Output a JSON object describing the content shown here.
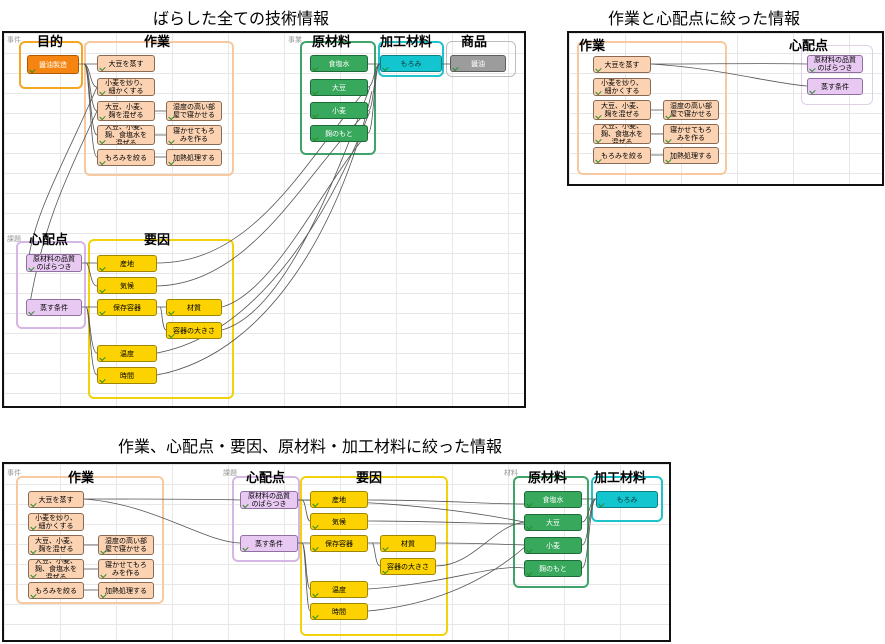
{
  "titles": {
    "full": "ばらした全ての技術情報",
    "task_risk": "作業と心配点に絞った情報",
    "combined": "作業、心配点・要因、原材料・加工材料に絞った情報"
  },
  "tags": {
    "jigyo": "事件",
    "jigyo2": "事業",
    "kadai": "課題",
    "zairyo": "材料"
  },
  "labels": {
    "purpose": "目的",
    "task": "作業",
    "material": "原材料",
    "processed": "加工材料",
    "product": "商品",
    "risk": "心配点",
    "factor": "要因"
  },
  "nodes": {
    "goal": "醤油製造",
    "t_steam": "大豆を蒸す",
    "t_roast": "小麦を炒り、細かくする",
    "t_mix": "大豆、小麦、麹を混ぜる",
    "t_ferment1": "湿度の高い部屋で寝かせる",
    "t_salt": "大豆、小麦、麹、食塩水を混ぜる",
    "t_ferment2": "寝かせてもろみを作る",
    "t_press": "もろみを絞る",
    "t_heat": "加熱処理する",
    "m_salt": "食塩水",
    "m_soy": "大豆",
    "m_wheat": "小麦",
    "m_koji": "麹のもと",
    "p_moromi": "もろみ",
    "prod_shoyu": "醤油",
    "r_quality": "原材料の品質のばらつき",
    "r_steam": "蒸す条件",
    "f_origin": "産地",
    "f_climate": "気候",
    "f_container": "保存容器",
    "f_material": "材質",
    "f_size": "容器の大きさ",
    "f_temp": "温度",
    "f_time": "時間"
  }
}
